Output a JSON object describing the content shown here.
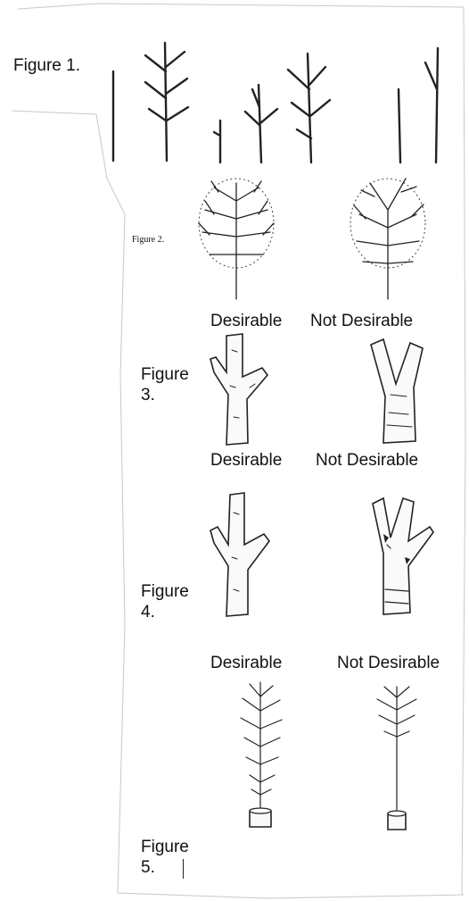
{
  "figures": {
    "fig1": {
      "label": "Figure 1."
    },
    "fig2": {
      "label": "Figure 2.",
      "left_caption": "Desirable",
      "right_caption": "Not Desirable"
    },
    "fig3": {
      "label_line1": "Figure",
      "label_line2": "3.",
      "left_caption": "Desirable",
      "right_caption": "Not Desirable"
    },
    "fig4": {
      "label_line1": "Figure",
      "label_line2": "4.",
      "left_caption": "Desirable",
      "right_caption": "Not Desirable"
    },
    "fig5": {
      "label_line1": "Figure",
      "label_line2": "5."
    }
  }
}
